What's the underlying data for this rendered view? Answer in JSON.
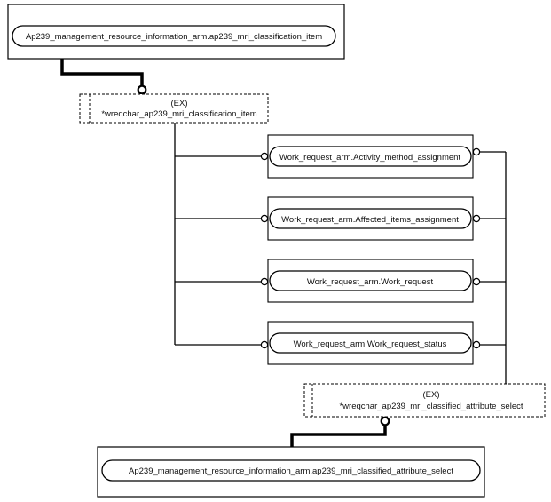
{
  "diagram": {
    "top_entity": {
      "label": "Ap239_management_resource_information_arm.ap239_mri_classification_item"
    },
    "top_select": {
      "tag": "(EX)",
      "label": "*wreqchar_ap239_mri_classification_item"
    },
    "entities": [
      {
        "label": "Work_request_arm.Activity_method_assignment"
      },
      {
        "label": "Work_request_arm.Affected_items_assignment"
      },
      {
        "label": "Work_request_arm.Work_request"
      },
      {
        "label": "Work_request_arm.Work_request_status"
      }
    ],
    "bottom_select": {
      "tag": "(EX)",
      "label": "*wreqchar_ap239_mri_classified_attribute_select"
    },
    "bottom_entity": {
      "label": "Ap239_management_resource_information_arm.ap239_mri_classified_attribute_select"
    }
  }
}
